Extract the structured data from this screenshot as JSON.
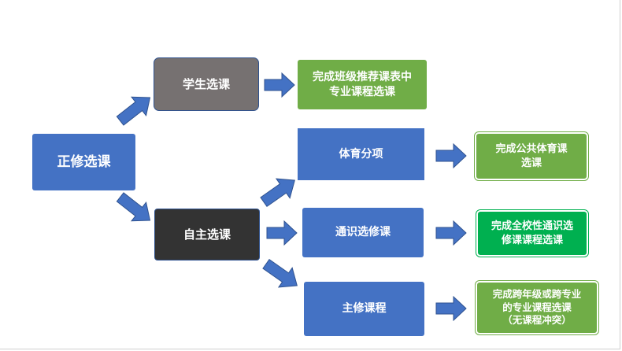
{
  "nodes": {
    "root": "正修选课",
    "student": "学生选课",
    "self": "自主选课",
    "class_schedule": "完成班级推荐课表中\n专业课程选课",
    "pe": "体育分项",
    "pe_result": "完成公共体育课\n选课",
    "general": "通识选修课",
    "general_result": "完成全校性通识选\n修课课程选课",
    "major": "主修课程",
    "major_result": "完成跨年级或跨专业\n的专业课程选课\n（无课程冲突）"
  },
  "colors": {
    "blue": "#4472c4",
    "gray": "#767171",
    "dark": "#333333",
    "green": "#70ad47",
    "bright_green": "#00b050",
    "arrow": "#4472c4"
  }
}
